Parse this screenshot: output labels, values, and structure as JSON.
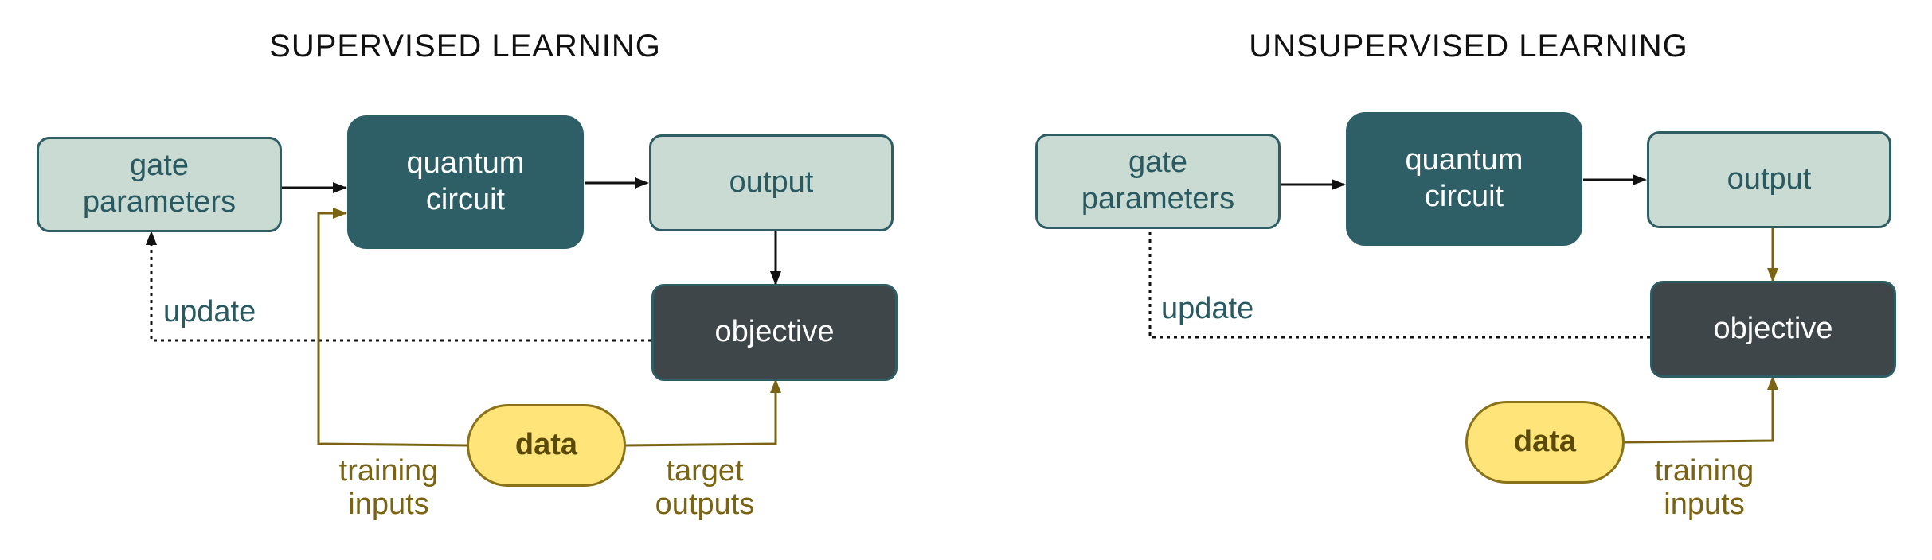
{
  "panels": [
    {
      "title": "SUPERVISED LEARNING",
      "gate": "gate\nparameters",
      "circuit": "quantum\ncircuit",
      "output": "output",
      "objective": "objective",
      "data": "data",
      "update": "update",
      "training": "training\ninputs",
      "target": "target\noutputs"
    },
    {
      "title": "UNSUPERVISED LEARNING",
      "gate": "gate\nparameters",
      "circuit": "quantum\ncircuit",
      "output": "output",
      "objective": "objective",
      "data": "data",
      "update": "update",
      "training": "training\ninputs"
    }
  ],
  "colors": {
    "black_arrow": "#111111",
    "data_flow": "#7a6414",
    "update_flow": "#111111"
  }
}
